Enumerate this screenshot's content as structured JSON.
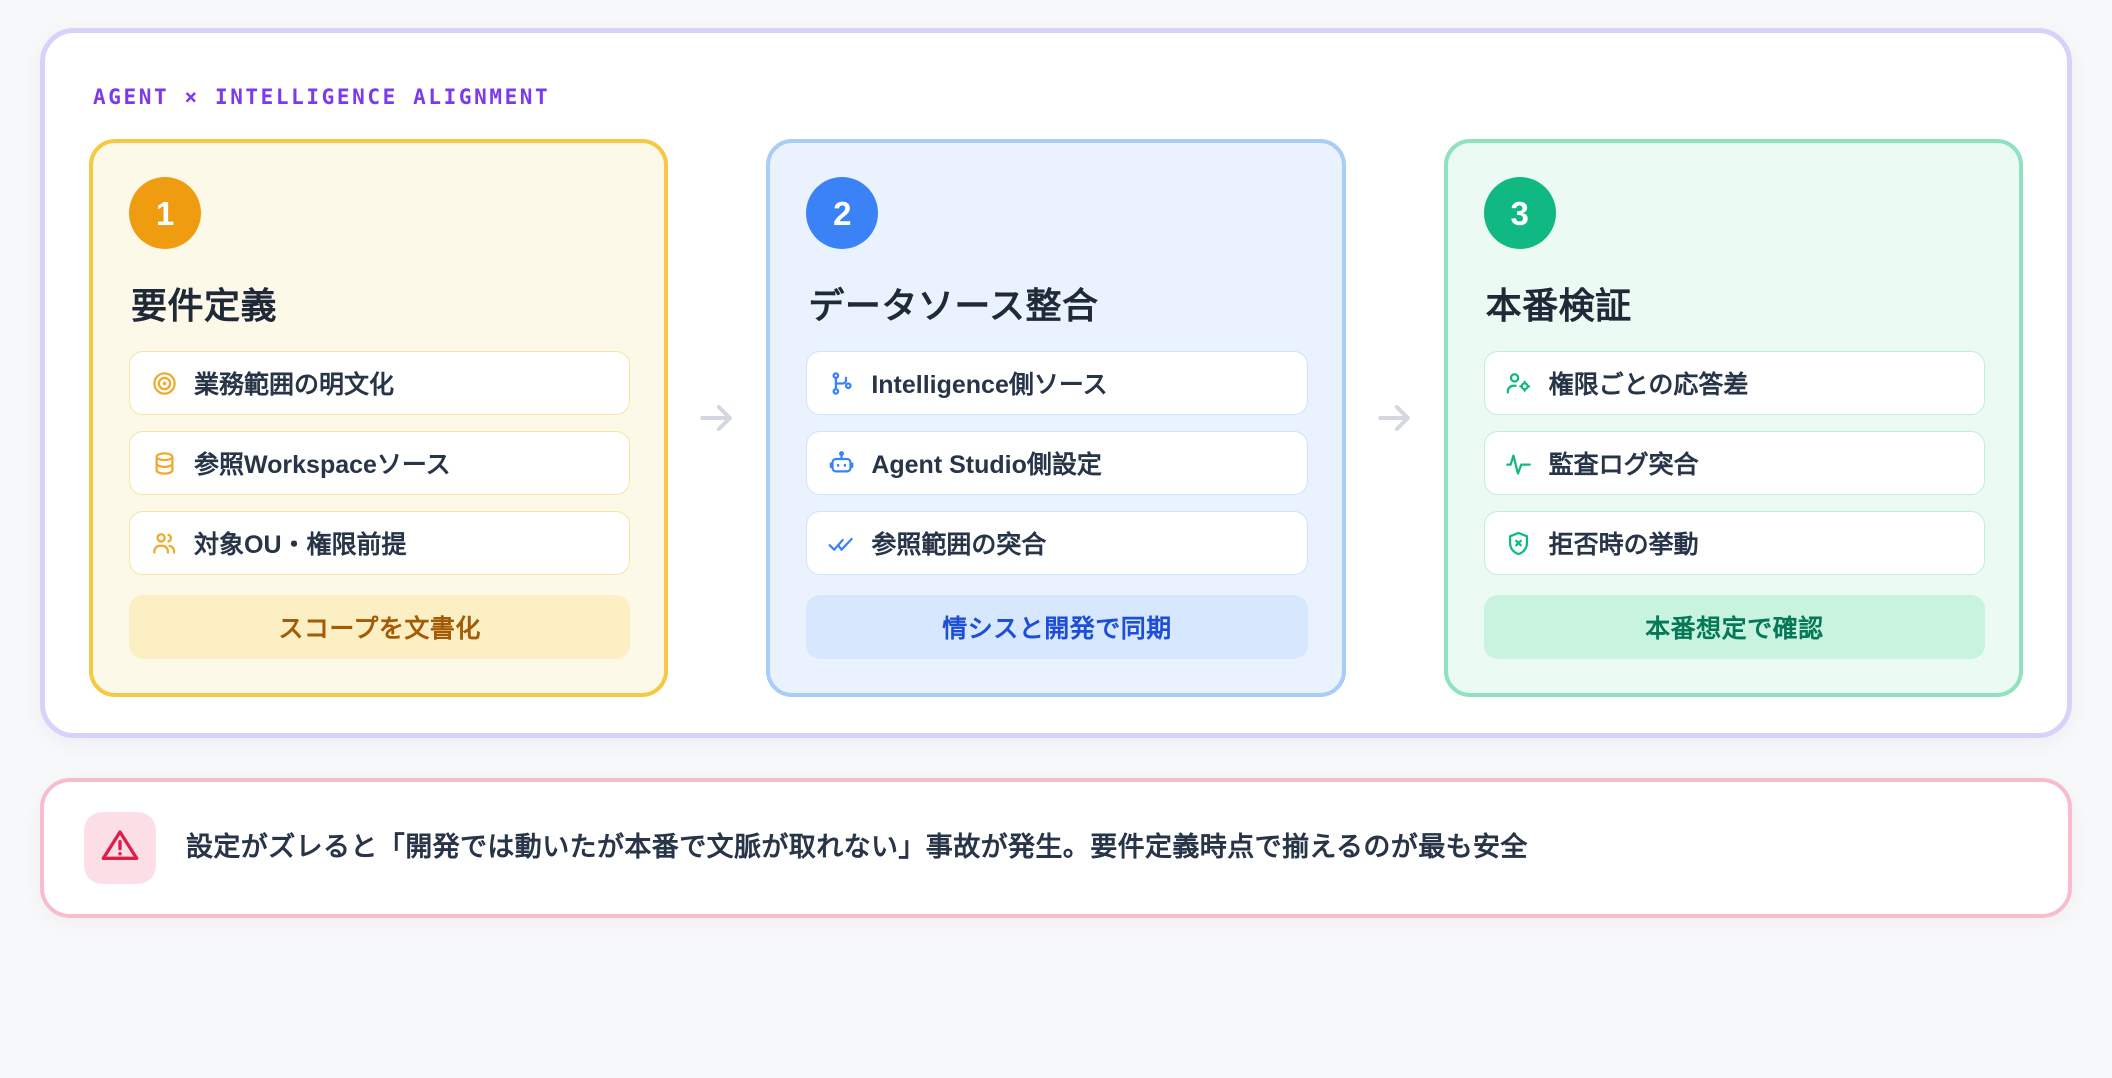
{
  "flow": {
    "eyebrow": "AGENT × INTELLIGENCE ALIGNMENT",
    "accent_color": "#7c3aed",
    "panel_border_color": "#d8d2f8",
    "arrow_glyph": "→",
    "steps": [
      {
        "number": "1",
        "title": "要件定義",
        "badge_color": "#f09c10",
        "border_color": "#f6c944",
        "background_color": "#fdf9e9",
        "items": [
          {
            "icon": "target-icon",
            "label": "業務範囲の明文化"
          },
          {
            "icon": "database-icon",
            "label": "参照Workspaceソース"
          },
          {
            "icon": "users-icon",
            "label": "対象OU・権限前提"
          }
        ],
        "footer": {
          "label": "スコープを文書化",
          "text_color": "#a45b08",
          "background_color": "#fcefc4"
        }
      },
      {
        "number": "2",
        "title": "データソース整合",
        "badge_color": "#3b82f6",
        "border_color": "#a9cdf6",
        "background_color": "#eaf2fd",
        "items": [
          {
            "icon": "git-branch-icon",
            "label": "Intelligence側ソース"
          },
          {
            "icon": "bot-icon",
            "label": "Agent Studio側設定"
          },
          {
            "icon": "double-check-icon",
            "label": "参照範囲の突合"
          }
        ],
        "footer": {
          "label": "情シスと開発で同期",
          "text_color": "#1d4ed8",
          "background_color": "#d7e7fd"
        }
      },
      {
        "number": "3",
        "title": "本番検証",
        "badge_color": "#10b981",
        "border_color": "#90e1bf",
        "background_color": "#ebfaf2",
        "items": [
          {
            "icon": "user-cog-icon",
            "label": "権限ごとの応答差"
          },
          {
            "icon": "activity-pulse-icon",
            "label": "監査ログ突合"
          },
          {
            "icon": "shield-x-icon",
            "label": "拒否時の挙動"
          }
        ],
        "footer": {
          "label": "本番想定で確認",
          "text_color": "#047857",
          "background_color": "#c8f3df"
        }
      }
    ]
  },
  "warning": {
    "icon": "triangle-alert-icon",
    "icon_color": "#e11d48",
    "icon_tile_color": "#fcdfe6",
    "border_color": "#f8bdcd",
    "text": "設定がズレると「開発では動いたが本番で文脈が取れない」事故が発生。要件定義時点で揃えるのが最も安全"
  }
}
